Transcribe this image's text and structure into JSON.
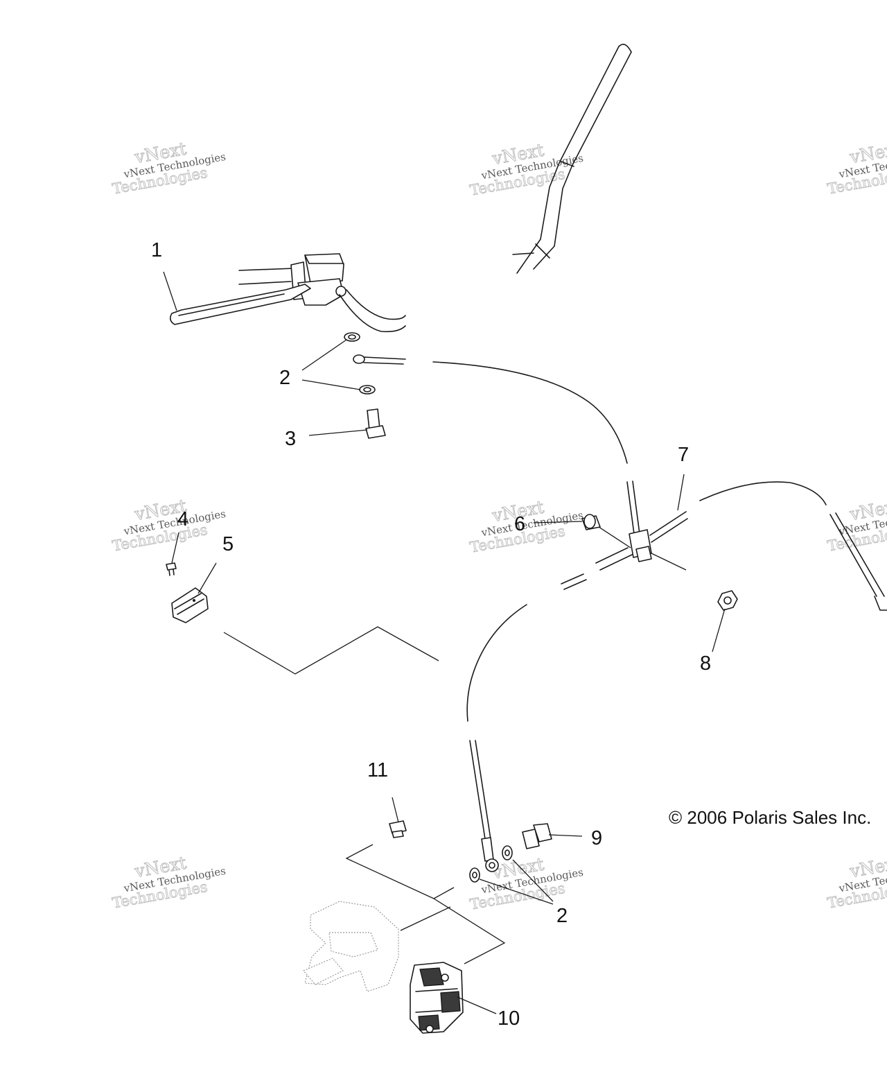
{
  "diagram": {
    "callouts": [
      "1",
      "2",
      "3",
      "4",
      "5",
      "6",
      "7",
      "8",
      "9",
      "10",
      "11",
      "2"
    ],
    "copyright": "© 2006 Polaris Sales Inc.",
    "watermark": {
      "line1": "vNext Technologies",
      "line2": "vNext",
      "line3": "Technologies"
    }
  }
}
